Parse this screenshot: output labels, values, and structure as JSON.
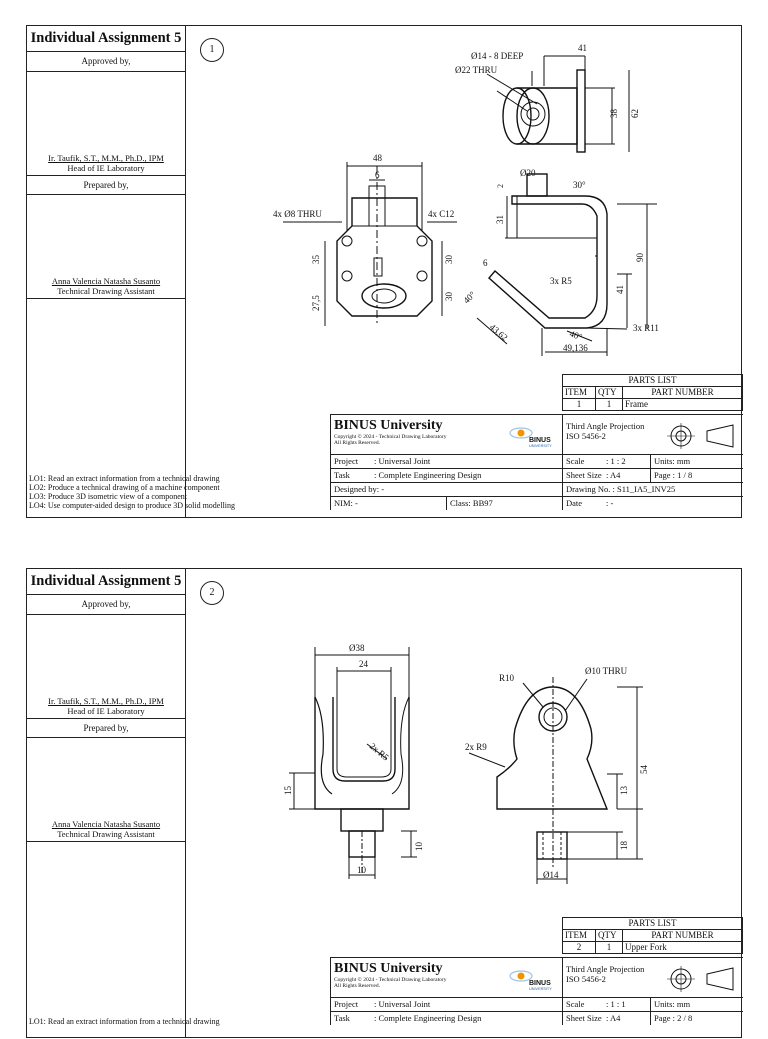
{
  "sheets": [
    {
      "title": "Individual Assignment 5",
      "approved_by": "Approved by,",
      "approver_name": "Ir. Taufik, S.T., M.M., Ph.D., IPM",
      "approver_role": "Head of IE Laboratory",
      "prepared_by": "Prepared by,",
      "preparer_name": "Anna Valencia Natasha Susanto",
      "preparer_role": "Technical Drawing Assistant",
      "view_number": "1",
      "learning_outcomes": [
        "LO1: Read an extract information from a technical drawing",
        "LO2: Produce a technical drawing of a machine component",
        "LO3: Produce 3D isometric view of a component",
        "LO4: Use computer-aided design to produce 3D solid modelling"
      ],
      "parts_list": {
        "header": "PARTS LIST",
        "columns": [
          "ITEM",
          "QTY",
          "PART NUMBER"
        ],
        "rows": [
          [
            "1",
            "1",
            "Frame"
          ]
        ]
      },
      "title_block": {
        "university": "BINUS University",
        "copyright": "Copyright © 2024 - Technical Drawing Laboratory",
        "rights": "All Rights Reserved.",
        "logo_text": "BINUS",
        "logo_sub": "UNIVERSITY",
        "projection": "Third Angle Projection",
        "standard": "ISO 5456-2",
        "project_label": "Project",
        "project_value": ": Universal Joint",
        "task_label": "Task",
        "task_value": ": Complete Engineering Design",
        "designed_by": "Designed by: -",
        "nim": "NIM: -",
        "class": "Class: BB97",
        "scale_label": "Scale",
        "scale_value": ": 1 : 2",
        "units": "Units: mm",
        "sheet_size_label": "Sheet Size",
        "sheet_size_value": ": A4",
        "page": "Page : 1 / 8",
        "drawing_no": "Drawing No. : S11_IA5_INV25",
        "date_label": "Date",
        "date_value": ": -"
      },
      "dimensions": {
        "d14": "Ø14 - 8 DEEP",
        "d22": "Ø22 THRU",
        "d41": "41",
        "d38": "38",
        "d62": "62",
        "d48": "48",
        "d6a": "6",
        "hole4": "4x Ø8 THRU",
        "c12": "4x C12",
        "d35": "35",
        "d27": "27,5",
        "d30a": "30",
        "d30b": "30",
        "d20": "Ø20",
        "d30deg": "30°",
        "d2": "2",
        "d31": "31",
        "d6b": "6",
        "r5": "3x R5",
        "d90": "90",
        "d41b": "41",
        "d40a": "40°",
        "d4362": "43,62",
        "d40b": "40°",
        "r11": "3x R11",
        "d49": "49,136"
      }
    },
    {
      "title": "Individual Assignment 5",
      "approved_by": "Approved by,",
      "approver_name": "Ir. Taufik, S.T., M.M., Ph.D., IPM",
      "approver_role": "Head of IE Laboratory",
      "prepared_by": "Prepared by,",
      "preparer_name": "Anna Valencia Natasha Susanto",
      "preparer_role": "Technical Drawing Assistant",
      "view_number": "2",
      "learning_outcomes": [
        "LO1: Read an extract information from a technical drawing"
      ],
      "parts_list": {
        "header": "PARTS LIST",
        "columns": [
          "ITEM",
          "QTY",
          "PART NUMBER"
        ],
        "rows": [
          [
            "2",
            "1",
            "Upper Fork"
          ]
        ]
      },
      "title_block": {
        "university": "BINUS University",
        "copyright": "Copyright © 2024 - Technical Drawing Laboratory",
        "rights": "All Rights Reserved.",
        "logo_text": "BINUS",
        "logo_sub": "UNIVERSITY",
        "projection": "Third Angle Projection",
        "standard": "ISO 5456-2",
        "project_label": "Project",
        "project_value": ": Universal Joint",
        "task_label": "Task",
        "task_value": ": Complete Engineering Design",
        "scale_label": "Scale",
        "scale_value": ": 1 : 1",
        "units": "Units: mm",
        "sheet_size_label": "Sheet Size",
        "sheet_size_value": ": A4",
        "page": "Page : 2 / 8"
      },
      "dimensions": {
        "d38": "Ø38",
        "d24": "24",
        "r5": "2x R5",
        "d15": "15",
        "d10a": "10",
        "d10b": "10",
        "r10": "R10",
        "d10thru": "Ø10 THRU",
        "r9": "2x R9",
        "d54": "54",
        "d13": "13",
        "d18": "18",
        "d14": "Ø14"
      }
    }
  ],
  "colors": {
    "line": "#111111",
    "logo_orange": "#f29400",
    "logo_blue": "#1f5fae"
  }
}
